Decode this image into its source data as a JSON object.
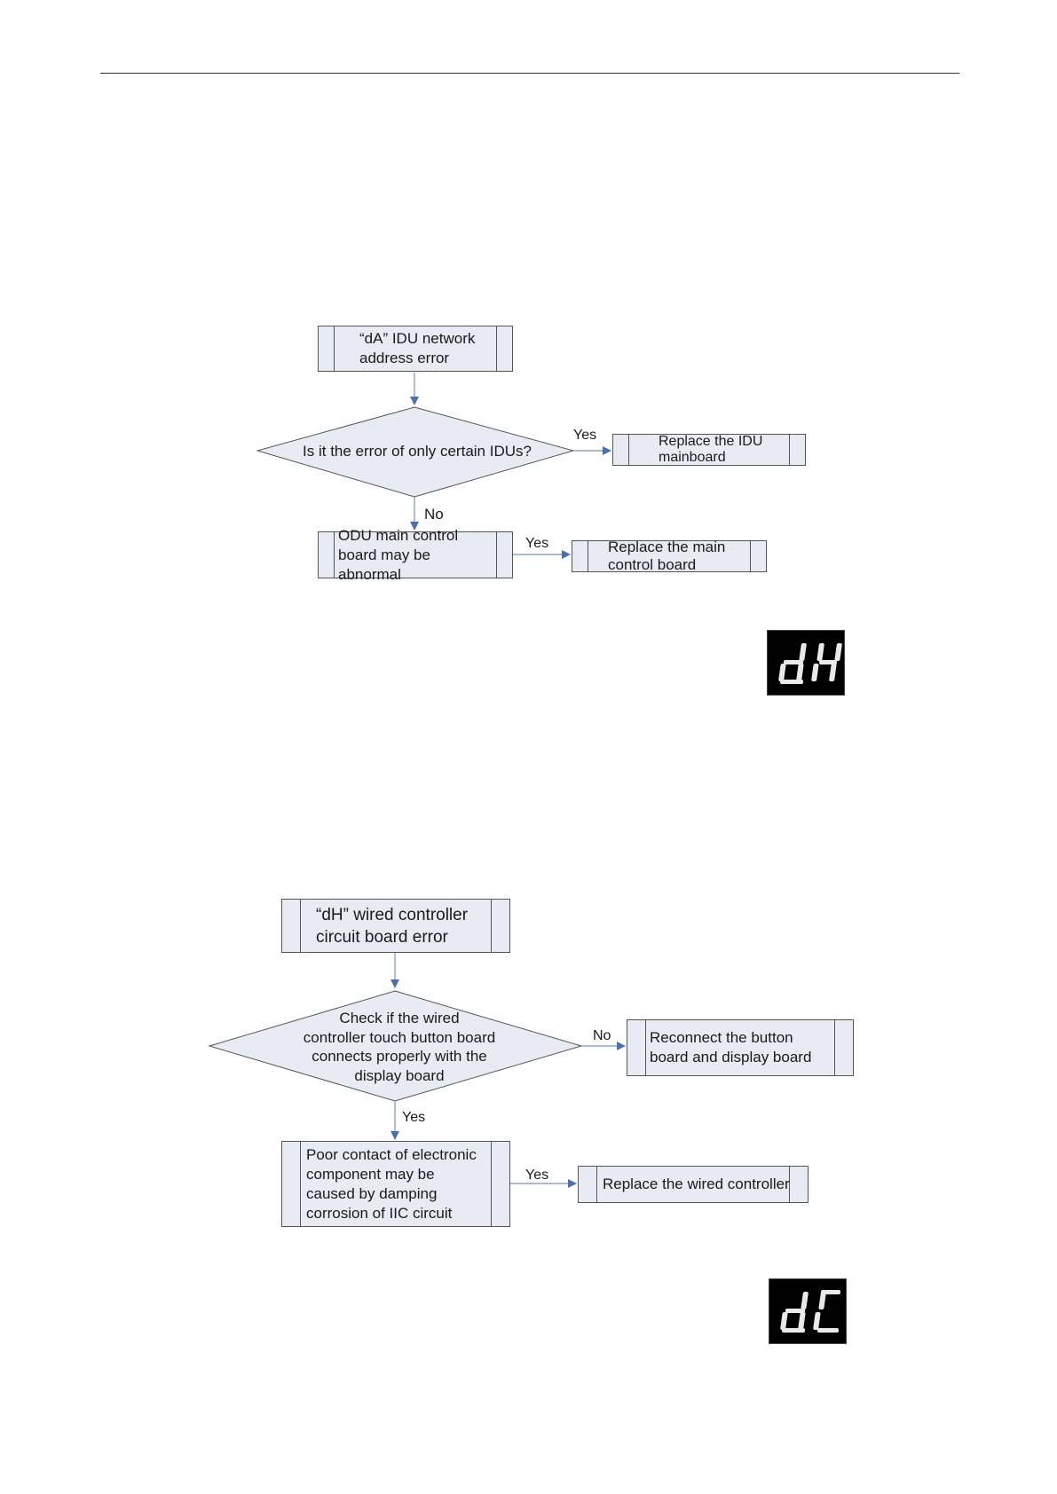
{
  "page": {},
  "flow_dA": {
    "start": "“dA” IDU network\naddress error",
    "decision": "Is it the error of only certain IDUs?",
    "yes1_label": "Yes",
    "replace_idu": "Replace the IDU\nmainboard",
    "no1_label": "No",
    "odu": "ODU main control\nboard may be abnormal",
    "yes2_label": "Yes",
    "replace_main": "Replace the main\ncontrol board"
  },
  "display_dH": {
    "code": "dH"
  },
  "flow_dH": {
    "start": "“dH” wired controller\ncircuit board error",
    "decision": "Check if the wired\ncontroller touch button board\nconnects properly with the\ndisplay board",
    "no_label": "No",
    "reconnect": "Reconnect the button\nboard and display board",
    "yes1_label": "Yes",
    "poor_contact": "Poor contact of electronic\ncomponent may be\ncaused by damping\ncorrosion of IIC circuit",
    "yes2_label": "Yes",
    "replace_wired": "Replace the wired controller"
  },
  "display_dC": {
    "code": "dC"
  },
  "colors": {
    "box_fill": "#e8ebf3",
    "arrow": "#4a70b0",
    "border": "#555555"
  }
}
